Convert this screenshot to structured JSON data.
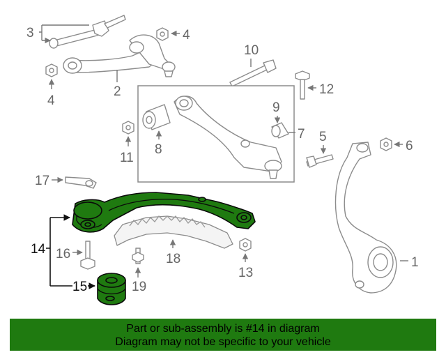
{
  "diagram": {
    "callouts": {
      "c1": "1",
      "c2": "2",
      "c3": "3",
      "c4a": "4",
      "c4b": "4",
      "c5": "5",
      "c6": "6",
      "c7": "7",
      "c8": "8",
      "c9": "9",
      "c10": "10",
      "c11": "11",
      "c12": "12",
      "c13": "13",
      "c14": "14",
      "c15": "15",
      "c16": "16",
      "c17": "17",
      "c18": "18",
      "c19": "19"
    },
    "highlight_color": "#1f7a10",
    "highlighted_parts": [
      "14",
      "15"
    ]
  },
  "banner": {
    "line1": "Part or sub-assembly is #14 in diagram",
    "line2": "Diagram may not be specific to your vehicle",
    "background": "#1f7a10"
  }
}
